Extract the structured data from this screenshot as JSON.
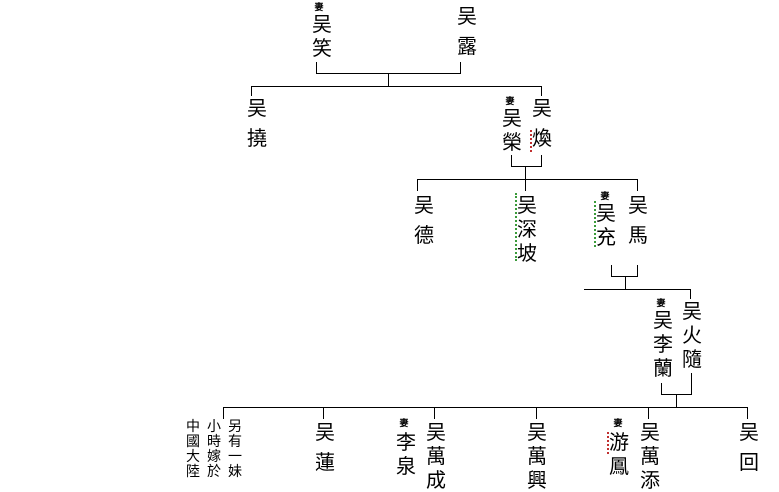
{
  "tag_wife": "妻",
  "gen1": {
    "wife": "吴笑",
    "husband": "吴露"
  },
  "gen2": {
    "son1": "吴撓",
    "wife": "吴榮",
    "son2": "吴煥"
  },
  "gen3": {
    "son1": "吴德",
    "son2": "吴深坡",
    "wife": "吴充",
    "son3": "吴馬"
  },
  "gen4": {
    "wife": "吴李蘭",
    "husband": "吴火隨"
  },
  "gen5": {
    "note_a": "另有一妹",
    "note_b": "小時嫁於",
    "note_c": "中國大陸",
    "son1": "吴蓮",
    "wife1": "李泉",
    "son2": "吴萬成",
    "son3": "吴萬興",
    "wife2": "游鳳",
    "son4": "吴萬添",
    "son5": "吴回"
  }
}
